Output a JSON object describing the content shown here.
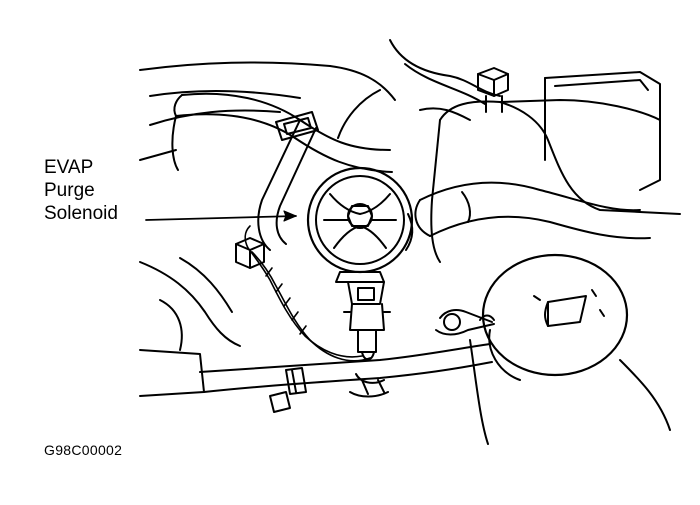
{
  "callout": {
    "line1": "EVAP",
    "line2": "Purge",
    "line3": "Solenoid"
  },
  "figure_code": "G98C00002",
  "colors": {
    "ink": "#000000",
    "paper": "#ffffff"
  }
}
